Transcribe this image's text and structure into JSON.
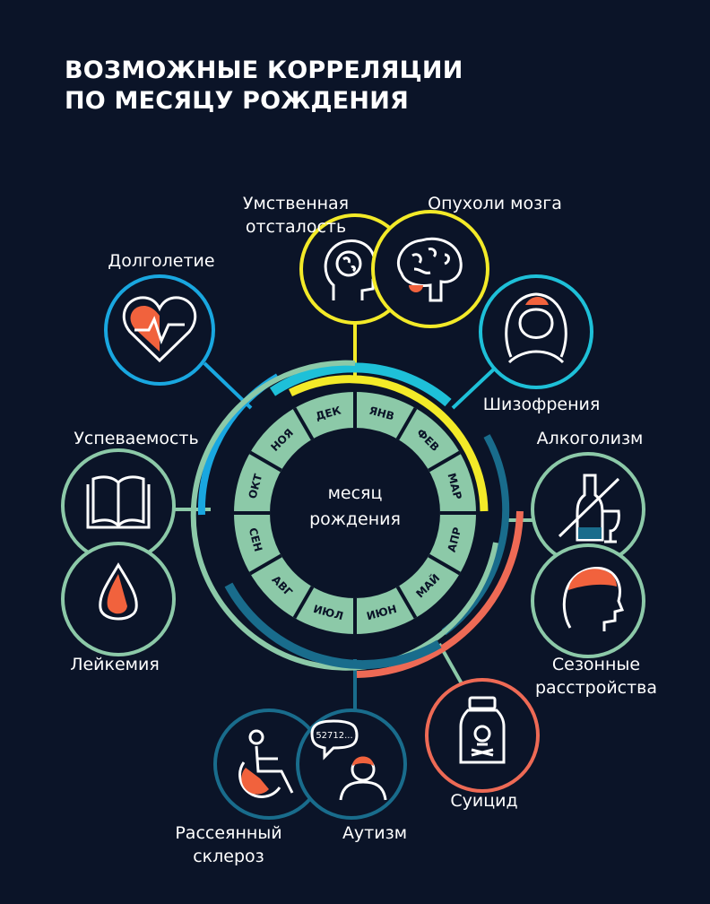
{
  "title": {
    "line1": "ВОЗМОЖНЫЕ КОРРЕЛЯЦИИ",
    "line2": "ПО МЕСЯЦУ РОЖДЕНИЯ"
  },
  "center": {
    "line1": "месяц",
    "line2": "рождения"
  },
  "months": [
    "ЯНВ",
    "ФЕВ",
    "МАР",
    "АПР",
    "МАЙ",
    "ИЮН",
    "ИЮЛ",
    "АВГ",
    "СЕН",
    "ОКТ",
    "НОЯ",
    "ДЕК"
  ],
  "labels": {
    "mental_retardation": {
      "line1": "Умственная",
      "line2": "отсталость"
    },
    "brain_tumors": "Опухоли мозга",
    "longevity": "Долголетие",
    "schizophrenia": "Шизофрения",
    "academic": "Успеваемость",
    "alcoholism": "Алкоголизм",
    "leukemia": "Лейкемия",
    "seasonal": {
      "line1": "Сезонные",
      "line2": "расстройства"
    },
    "suicide": "Суицид",
    "ms": {
      "line1": "Рассеянный",
      "line2": "склероз"
    },
    "autism": "Аутизм"
  },
  "bubble_text": "52712...",
  "colors": {
    "background": "#0b1428",
    "ring_fill": "#8cc9a8",
    "yellow": "#f3ea28",
    "cyan": "#1ec0d8",
    "blue": "#19a7e0",
    "teal": "#8cc9a8",
    "navy": "#196c8c",
    "coral": "#ee6a55",
    "accent_orange": "#f1623d"
  }
}
